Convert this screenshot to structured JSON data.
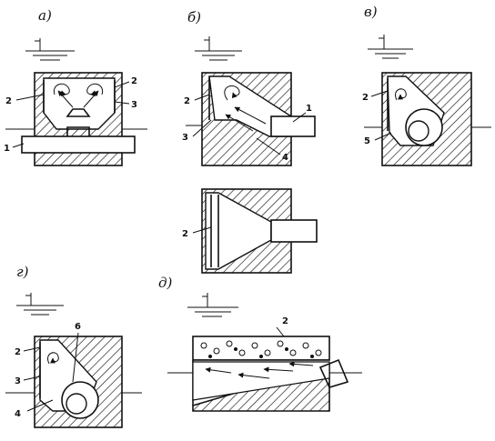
{
  "panels": [
    {
      "letter": "а)",
      "callouts": [
        "2",
        "2",
        "3",
        "1"
      ]
    },
    {
      "letter": "б)",
      "callouts": [
        "2",
        "1",
        "3",
        "4"
      ]
    },
    {
      "letter": "в)",
      "callouts": [
        "2",
        "5"
      ]
    },
    {
      "letter": "",
      "callouts": [
        "2"
      ]
    },
    {
      "letter": "г)",
      "callouts": [
        "6",
        "2",
        "3",
        "4"
      ]
    },
    {
      "letter": "д)",
      "callouts": [
        "2"
      ]
    }
  ],
  "colors": {
    "ink": "#111111",
    "paper": "#ffffff"
  }
}
